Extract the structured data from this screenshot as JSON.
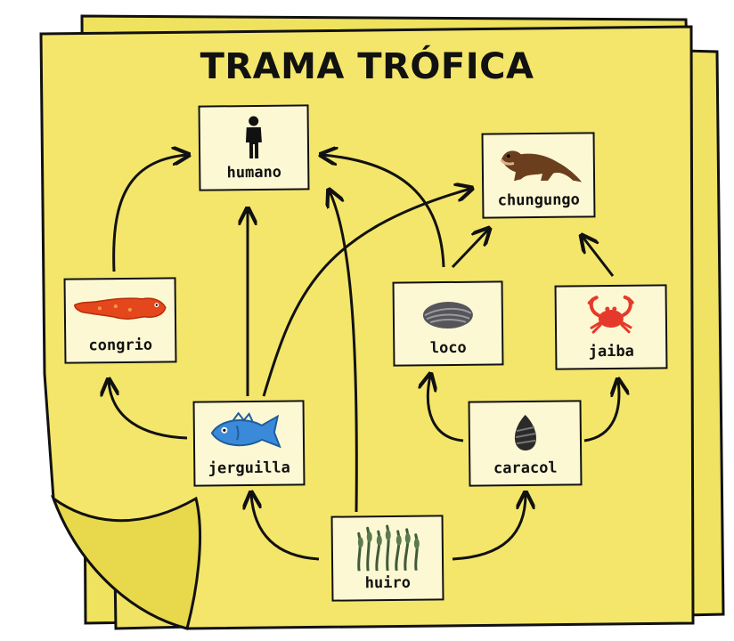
{
  "title": "TRAMA TRÓFICA",
  "nodes": {
    "humano": {
      "label": "humano",
      "icon": "person-icon"
    },
    "chungungo": {
      "label": "chungungo",
      "icon": "otter-icon"
    },
    "congrio": {
      "label": "congrio",
      "icon": "eel-icon"
    },
    "loco": {
      "label": "loco",
      "icon": "mollusc-icon"
    },
    "jaiba": {
      "label": "jaiba",
      "icon": "crab-icon"
    },
    "jerguilla": {
      "label": "jerguilla",
      "icon": "fish-icon"
    },
    "caracol": {
      "label": "caracol",
      "icon": "snail-icon"
    },
    "huiro": {
      "label": "huiro",
      "icon": "seaweed-icon"
    }
  },
  "colors": {
    "paper": "#f3e466",
    "paper_back": "#ece05c",
    "node_fill": "#fdf8d4",
    "ink": "#111111"
  }
}
